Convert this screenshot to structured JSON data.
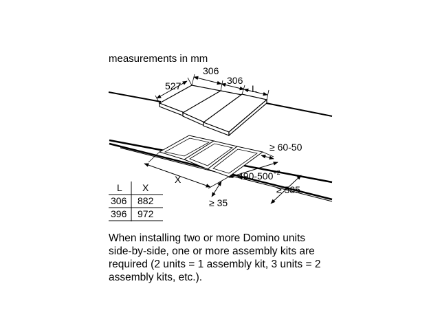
{
  "header": "measurements in mm",
  "top_dims": {
    "depth": "527",
    "width_1": "306",
    "width_2": "306",
    "width_L": "L"
  },
  "cutout_dims": {
    "clearance_back": "≥ 60-50",
    "cutout_depth": "490-500",
    "cutout_depth_tol": "+2",
    "worktop_depth": "≥ 585",
    "cutout_width": "X",
    "clearance_front": "≥ 35"
  },
  "table": {
    "headers": [
      "L",
      "X"
    ],
    "rows": [
      [
        "306",
        "882"
      ],
      [
        "396",
        "972"
      ]
    ]
  },
  "note_lines": [
    "When installing two or more Domino units",
    "side-by-side, one or more assembly kits are",
    "required (2 units = 1 assembly kit, 3 units = 2",
    "assembly kits, etc.)."
  ]
}
